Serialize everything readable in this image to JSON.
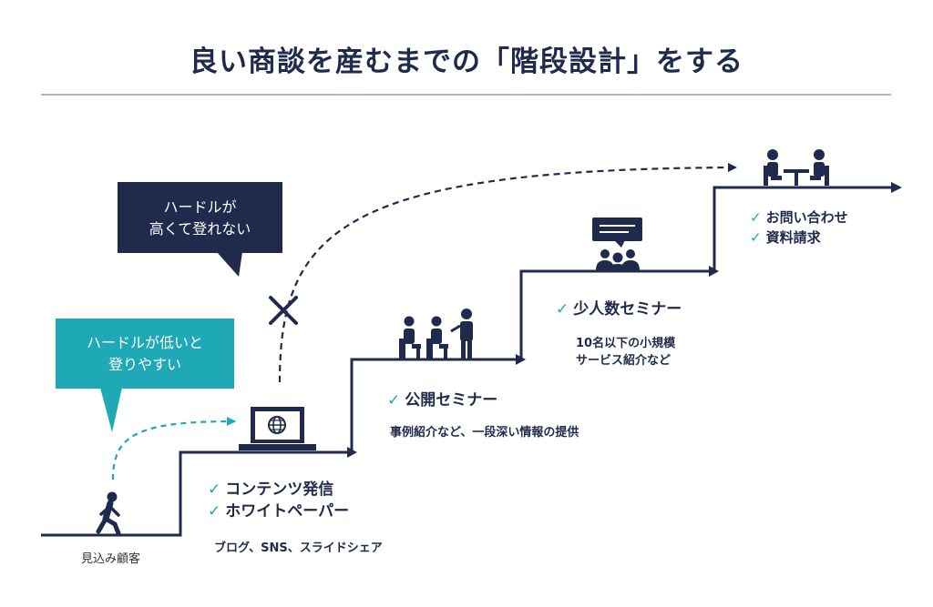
{
  "title": "良い商談を産むまでの「階段設計」をする",
  "colors": {
    "navy": "#1f2a4c",
    "teal": "#1fa8b5",
    "rule": "#9aa3b4"
  },
  "prospect": {
    "label": "見込み顧客",
    "icon": "walking-person-icon"
  },
  "bubble_high": {
    "line1": "ハードルが",
    "line2": "高くて登れない"
  },
  "bubble_low": {
    "line1": "ハードルが低いと",
    "line2": "登りやすい"
  },
  "steps": [
    {
      "icon": "laptop-globe-icon",
      "checks": [
        "コンテンツ発信",
        "ホワイトペーパー"
      ],
      "detail": [
        "ブログ、SNS、スライドシェア"
      ]
    },
    {
      "icon": "seminar-audience-icon",
      "checks": [
        "公開セミナー"
      ],
      "detail": [
        "事例紹介など、一段深い情報の提供"
      ]
    },
    {
      "icon": "small-group-seminar-icon",
      "checks": [
        "少人数セミナー"
      ],
      "detail": [
        "10名以下の小規模",
        "サービス紹介など"
      ]
    },
    {
      "icon": "meeting-table-icon",
      "checks": [
        "お問い合わせ",
        "資料請求"
      ],
      "detail": []
    }
  ],
  "blocked_mark": "×"
}
